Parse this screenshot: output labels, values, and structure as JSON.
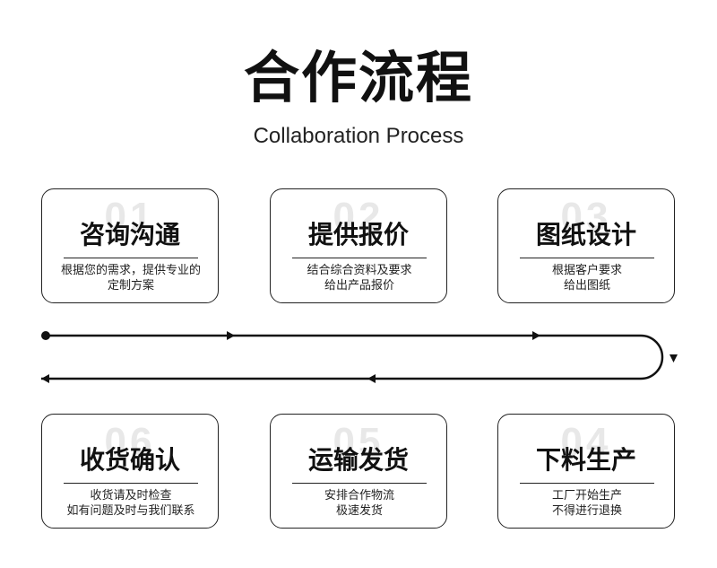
{
  "header": {
    "title": "合作流程",
    "subtitle": "Collaboration Process"
  },
  "steps": [
    {
      "num": "01",
      "name": "咨询沟通",
      "desc1": "根据您的需求，提供专业的",
      "desc2": "定制方案"
    },
    {
      "num": "02",
      "name": "提供报价",
      "desc1": "结合综合资料及要求",
      "desc2": "给出产品报价"
    },
    {
      "num": "03",
      "name": "图纸设计",
      "desc1": "根据客户要求",
      "desc2": "给出图纸"
    },
    {
      "num": "04",
      "name": "下料生产",
      "desc1": "工厂开始生产",
      "desc2": "不得进行退换"
    },
    {
      "num": "05",
      "name": "运输发货",
      "desc1": "安排合作物流",
      "desc2": "极速发货"
    },
    {
      "num": "06",
      "name": "收货确认",
      "desc1": "收货请及时检查",
      "desc2": "如有问题及时与我们联系"
    }
  ]
}
